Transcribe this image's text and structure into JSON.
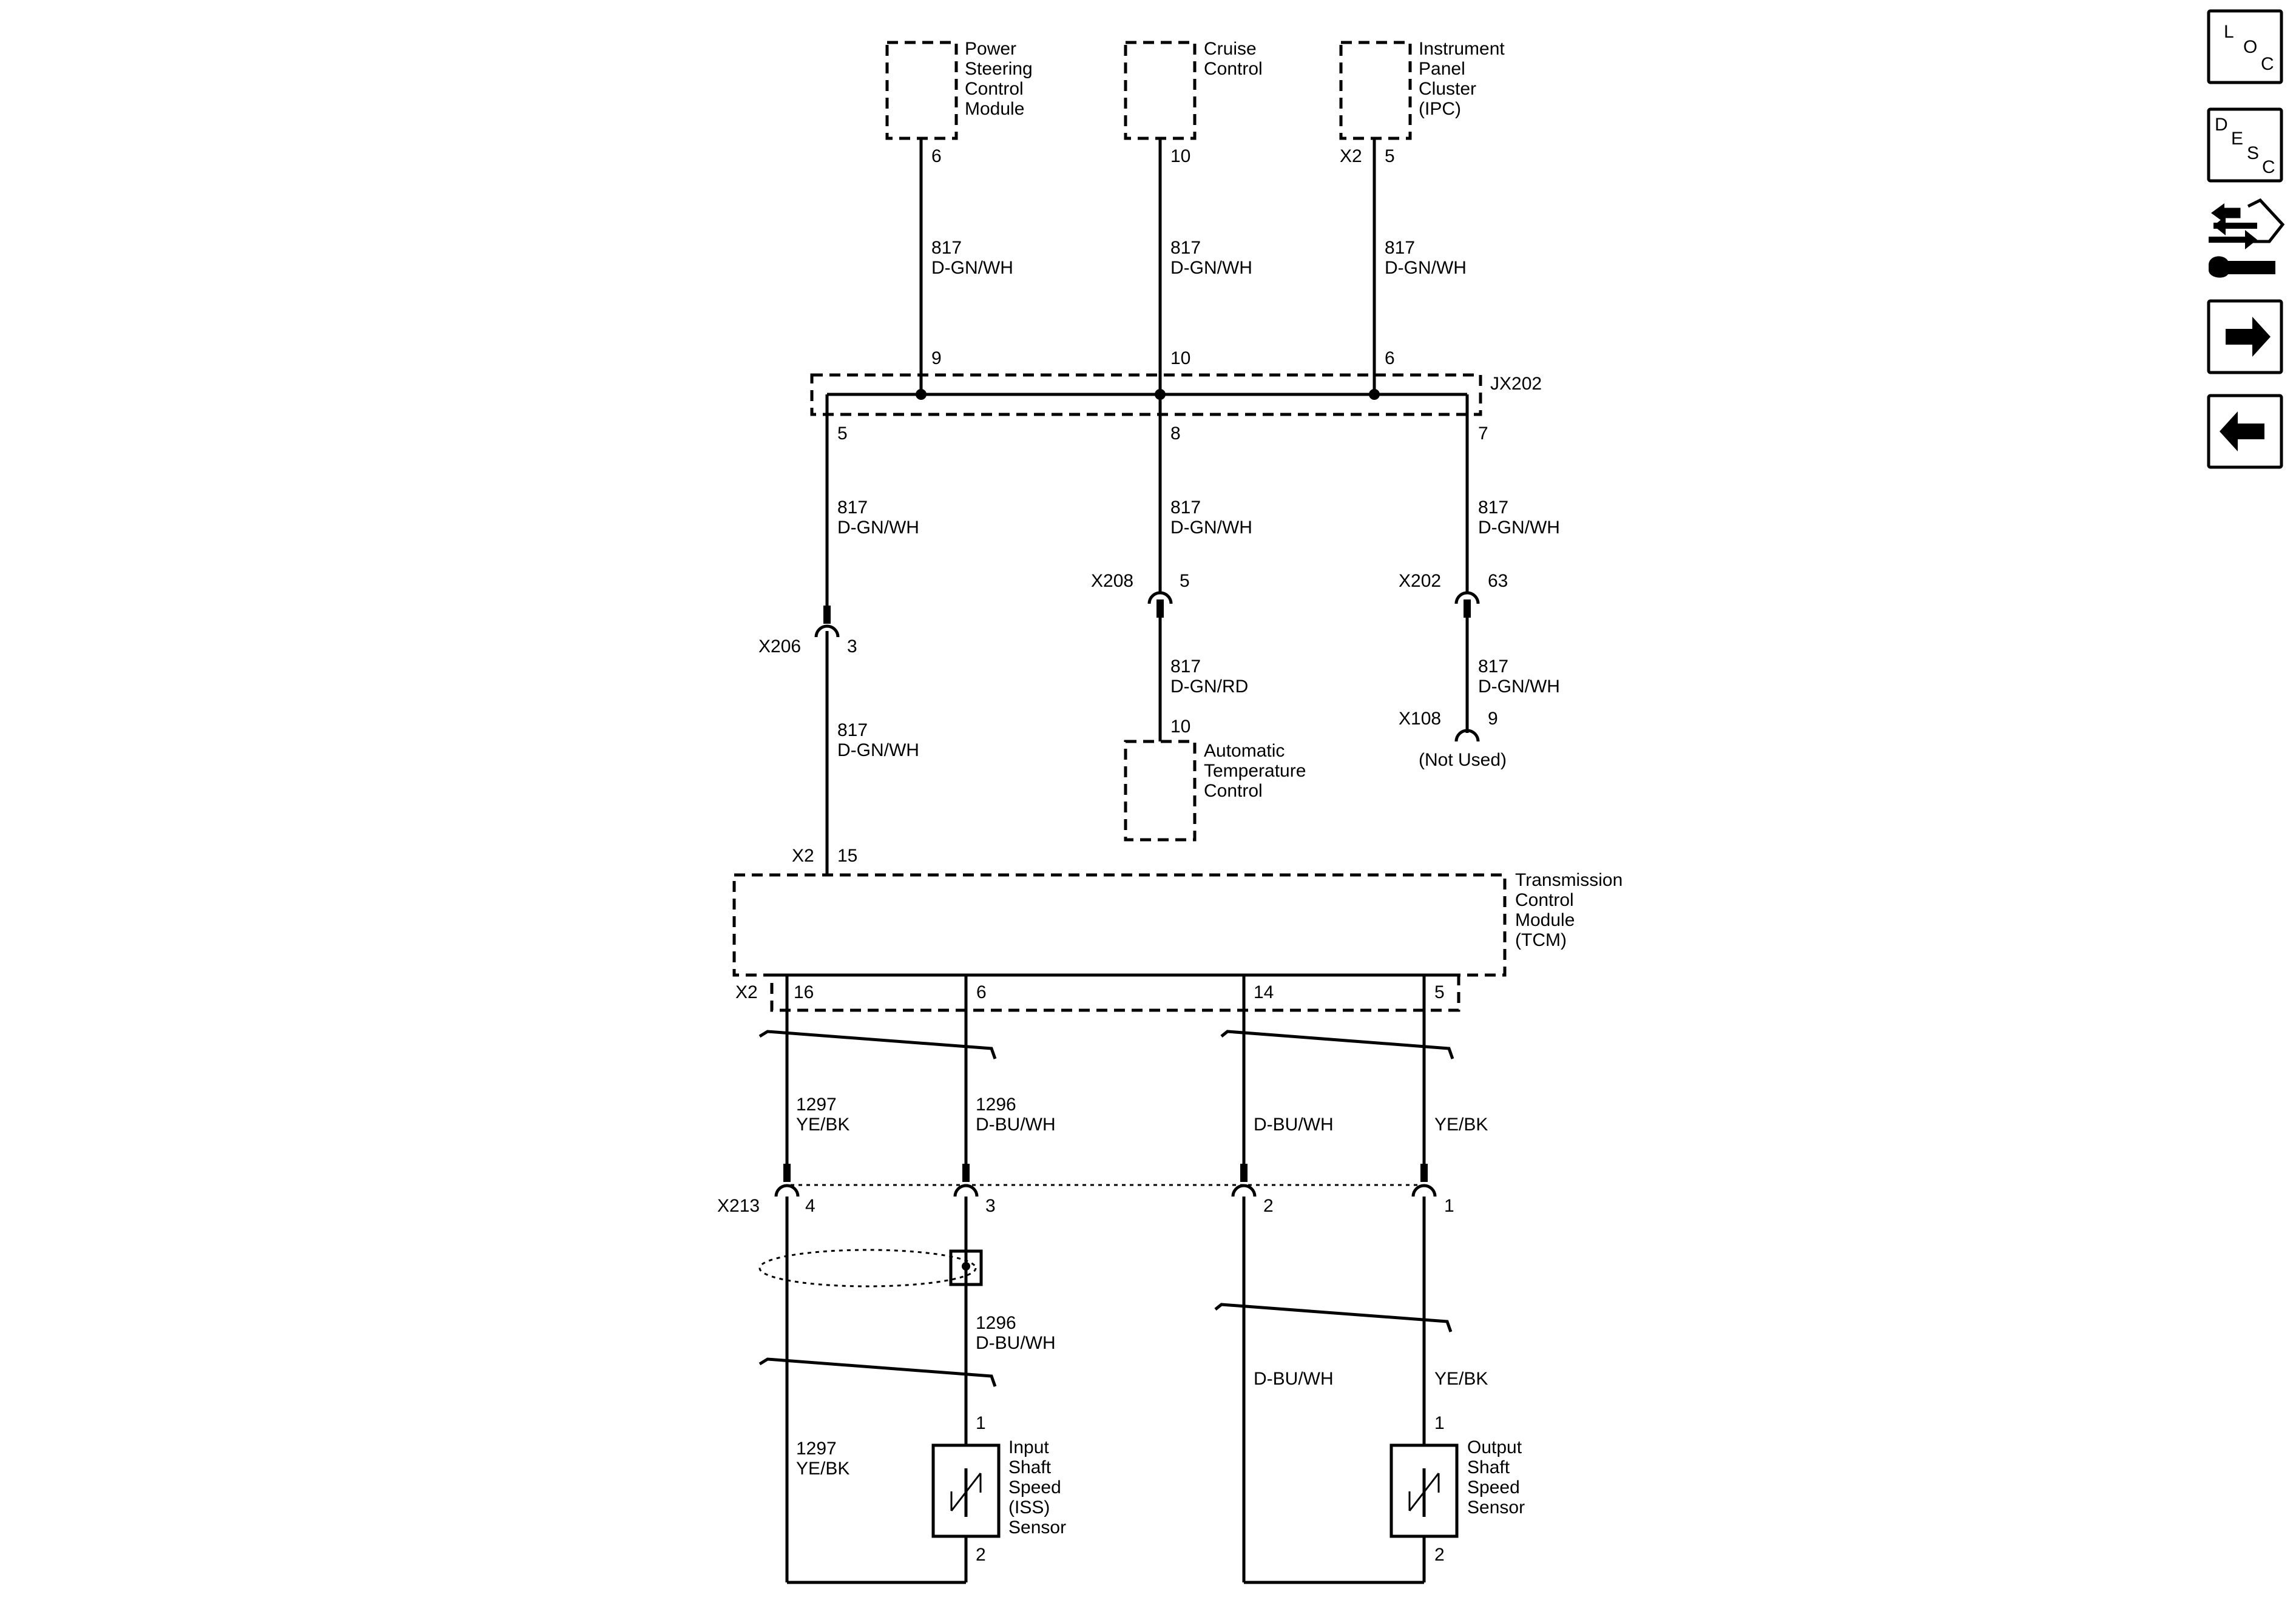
{
  "components": {
    "psc": [
      "Power",
      "Steering",
      "Control",
      "Module"
    ],
    "cruise": [
      "Cruise",
      "Control"
    ],
    "ipc": [
      "Instrument",
      "Panel",
      "Cluster",
      "(IPC)"
    ],
    "atc": [
      "Automatic",
      "Temperature",
      "Control"
    ],
    "tcm": [
      "Transmission",
      "Control",
      "Module",
      "(TCM)"
    ],
    "iss": [
      "Input",
      "Shaft",
      "Speed",
      "(ISS)",
      "Sensor"
    ],
    "oss": [
      "Output",
      "Shaft",
      "Speed",
      "Sensor"
    ]
  },
  "splice": "JX202",
  "connectors": {
    "ipc": "X2",
    "x206": "X206",
    "x208": "X208",
    "x202": "X202",
    "x108": "X108",
    "not_used": "(Not Used)",
    "tcm_in": "X2",
    "tcm_out": "X2",
    "x213": "X213"
  },
  "pins": {
    "psc": "6",
    "cruise": "10",
    "ipc": "5",
    "splice_top_1": "9",
    "splice_top_2": "10",
    "splice_top_3": "6",
    "splice_bot_1": "5",
    "splice_bot_2": "8",
    "splice_bot_3": "7",
    "x206": "3",
    "x208": "5",
    "x202": "63",
    "atc": "10",
    "x108": "9",
    "tcm_in": "15",
    "tcm_16": "16",
    "tcm_6": "6",
    "tcm_14": "14",
    "tcm_5": "5",
    "x213_4": "4",
    "x213_3": "3",
    "x213_2": "2",
    "x213_1": "1",
    "iss_1": "1",
    "iss_2": "2",
    "oss_1": "1",
    "oss_2": "2"
  },
  "wires": {
    "c817": "817",
    "gnwh": "D-GN/WH",
    "gnrd": "D-GN/RD",
    "c1297": "1297",
    "c1296": "1296",
    "yebk": "YE/BK",
    "buwh": "D-BU/WH"
  },
  "nav": {
    "loc": [
      "L",
      "O",
      "C"
    ],
    "desc": [
      "D",
      "E",
      "S",
      "C"
    ],
    "icons": [
      "connector-repair-icon",
      "next-arrow-icon",
      "previous-arrow-icon"
    ]
  }
}
